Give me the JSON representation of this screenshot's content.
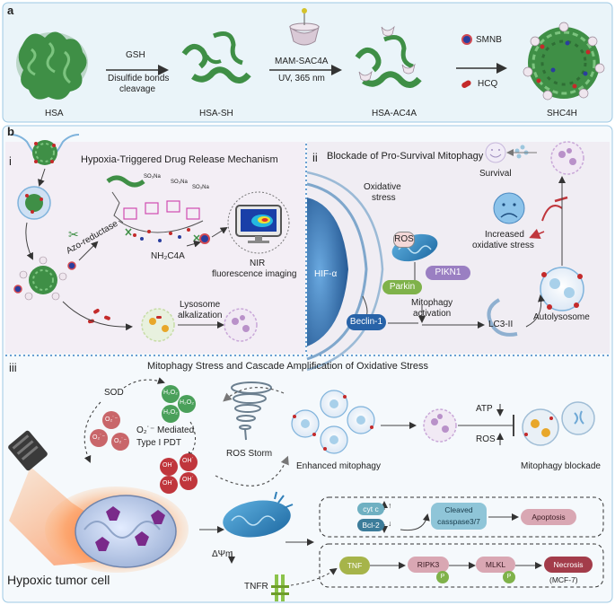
{
  "panels": {
    "a": "a",
    "b": "b",
    "i": "i",
    "ii": "ii",
    "iii": "iii"
  },
  "panel_a": {
    "hsa": "HSA",
    "gsh": "GSH",
    "disulfide_line1": "Disulfide bonds",
    "disulfide_line2": "cleavage",
    "hsa_sh": "HSA-SH",
    "mam_sac4a": "MAM-SAC4A",
    "uv": "UV, 365 nm",
    "hsa_ac4a": "HSA-AC4A",
    "smnb": "SMNB",
    "hcq": "HCQ",
    "shc4h": "SHC4H"
  },
  "panel_i": {
    "title": "Hypoxia-Triggered Drug Release Mechanism",
    "azo": "Azo-reductase",
    "nh2c4a": "NH₂C4A",
    "so3na": "SO₃Na",
    "nir_line1": "NIR",
    "nir_line2": "fluorescence imaging",
    "lyso_line1": "Lysosome",
    "lyso_line2": "alkalization"
  },
  "panel_ii": {
    "title": "Blockade of Pro-Survival Mitophagy",
    "oxidative_line1": "Oxidative",
    "oxidative_line2": "stress",
    "survival": "Survival",
    "ros": "ROS",
    "increased_line1": "Increased",
    "increased_line2": "oxidative stress",
    "pikn1": "PIKN1",
    "parkin": "Parkin",
    "hif": "HIF-α",
    "beclin": "Beclin-1",
    "mito_line1": "Mitophagy",
    "mito_line2": "activation",
    "lc3": "LC3-II",
    "autolysosome": "Autolysosome"
  },
  "panel_iii": {
    "title": "Mitophagy Stress and  Cascade Amplification of Oxidative Stress",
    "sod": "SOD",
    "h2o2": "H₂O₂",
    "o2": "O₂˙⁻",
    "oh": "OH˙",
    "o2_mediated": "O₂˙⁻ Mediated",
    "type1": "Type I PDT",
    "ros_storm": "ROS Storm",
    "enhanced": "Enhanced mitophagy",
    "atp": "ATP",
    "ros": "ROS",
    "blockade": "Mitophagy blockade",
    "dpsi": "ΔΨm",
    "cytc": "cyt c",
    "bcl2": "Bcl-2",
    "cleaved_line1": "Cleaved",
    "cleaved_line2": "casspase3/7",
    "apoptosis": "Apoptosis",
    "tnf": "TNF",
    "ripk3": "RIPK3",
    "p": "P",
    "mlkl": "MLKL",
    "necrosis": "Necrosis",
    "mcf7": "(MCF-7)",
    "tnfr": "TNFR",
    "hypoxic": "Hypoxic tumor cell"
  },
  "colors": {
    "protein_green": "#3f8f46",
    "panel_a_bg": "#e8f3f8",
    "panel_i_bg": "#f4eef6",
    "panel_ii_bg": "#f1edf4",
    "panel_iii_bg": "#f6fafc",
    "border_blue": "#5a9fd0",
    "ros_red": "#c0363c",
    "h2o2_green": "#4aa05a",
    "mito_blue": "#2f7fb8"
  }
}
